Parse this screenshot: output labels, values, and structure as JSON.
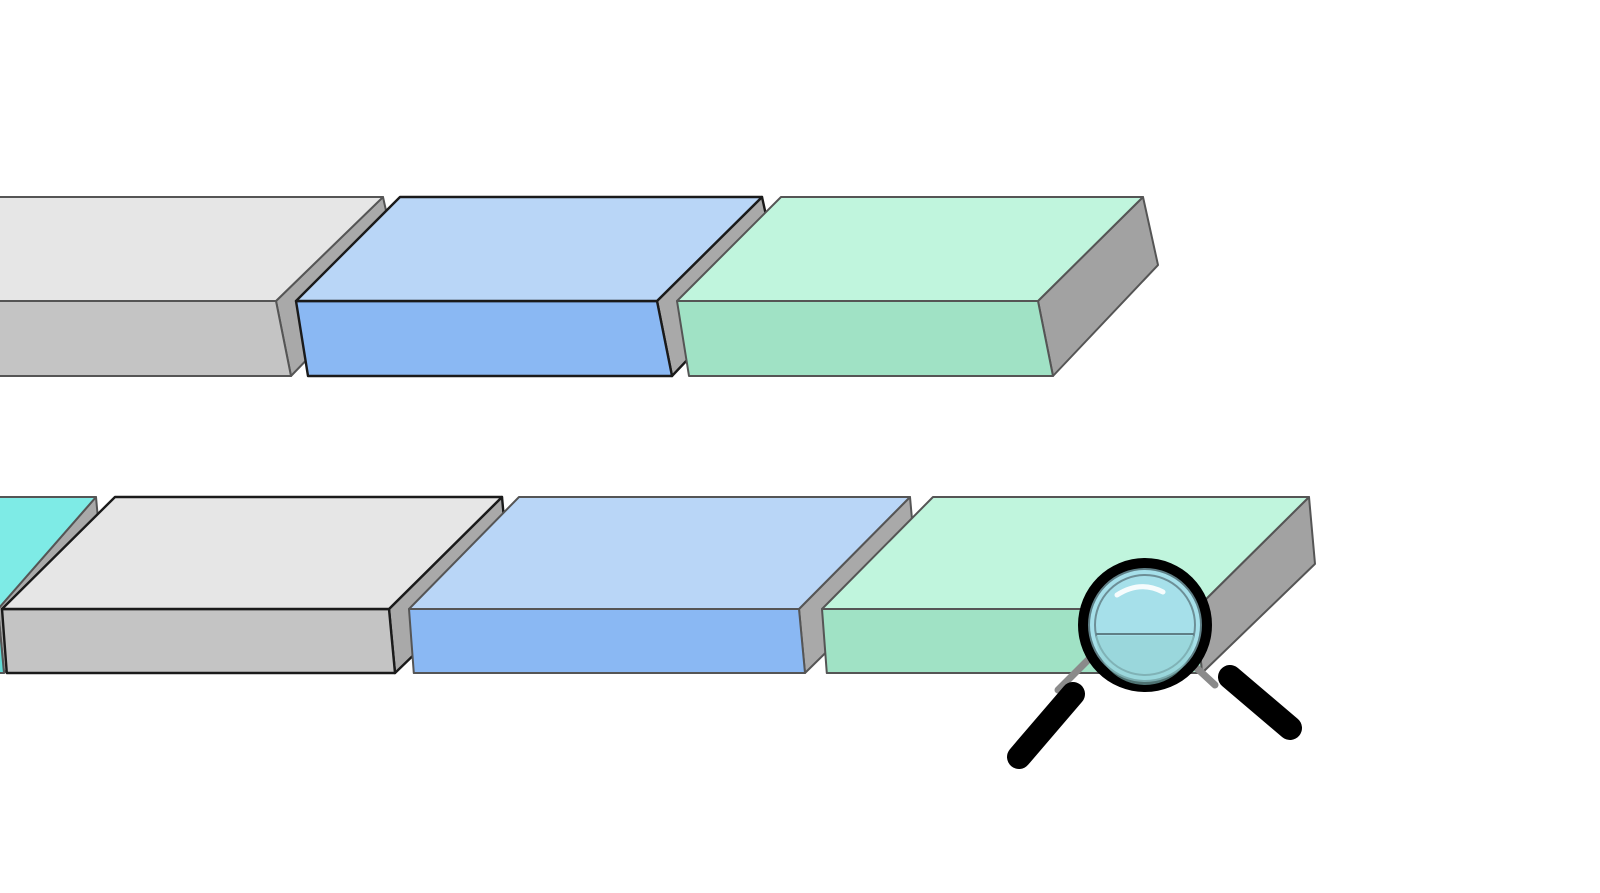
{
  "diagram": {
    "palette": {
      "gray": {
        "top": "#e6e6e6",
        "front": "#c4c4c4",
        "side": "#a9a9a9"
      },
      "blue": {
        "top": "#b9d6f7",
        "front": "#8ab8f3",
        "side": "#a9a9a9"
      },
      "green": {
        "top": "#c0f5dd",
        "front": "#a0e2c5",
        "side": "#a2a2a2"
      },
      "cyan": {
        "top": "#7eebe6",
        "front": "#5fdcd6",
        "side": "#a9a9a9"
      }
    },
    "rows": [
      {
        "name": "top-row",
        "segments": [
          {
            "name": "segment-gray",
            "color": "gray",
            "emphasis": false
          },
          {
            "name": "segment-blue",
            "color": "blue",
            "emphasis": true
          },
          {
            "name": "segment-green",
            "color": "green",
            "emphasis": false
          }
        ]
      },
      {
        "name": "bottom-row",
        "segments": [
          {
            "name": "segment-cyan",
            "color": "cyan",
            "emphasis": false
          },
          {
            "name": "segment-gray",
            "color": "gray",
            "emphasis": true
          },
          {
            "name": "segment-blue",
            "color": "blue",
            "emphasis": false
          },
          {
            "name": "segment-green",
            "color": "green",
            "emphasis": false
          }
        ]
      }
    ],
    "magnifier": {
      "icon": "magnifying-glass-icon",
      "lens_color": "#a6e0ea",
      "rim_color": "#000000",
      "handle_color": "#000000"
    }
  }
}
